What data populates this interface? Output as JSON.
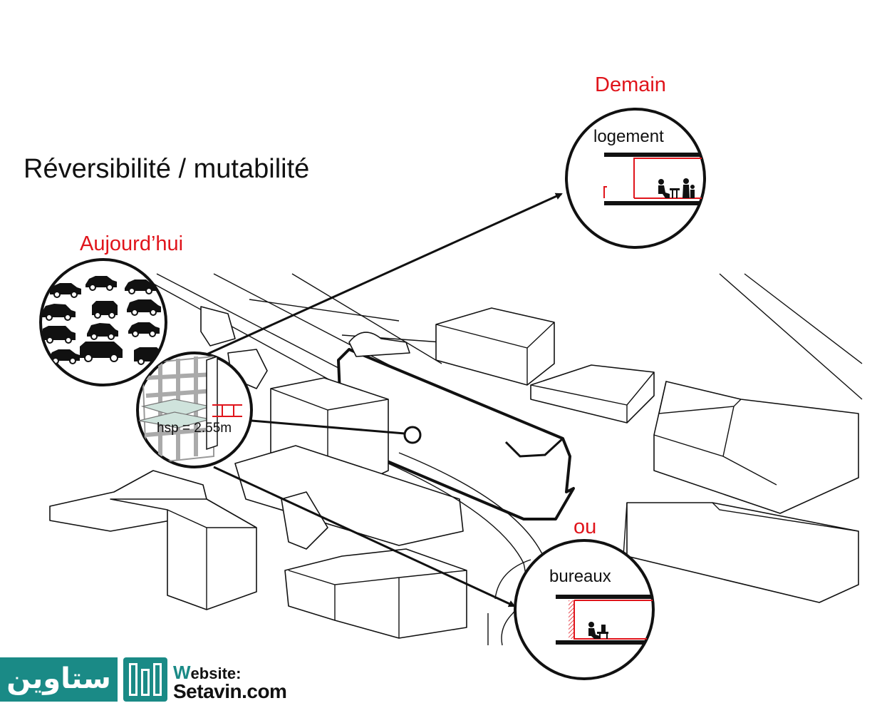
{
  "title": "Réversibilité / mutabilité",
  "labels": {
    "today": "Aujourd’hui",
    "tomorrow": "Demain",
    "or": "ou"
  },
  "insets": {
    "housing": "logement",
    "offices": "bureaux",
    "height": "hsp = 2.55m"
  },
  "watermark": {
    "arabic_name": "ستاوین",
    "website_label": "ebsite:",
    "website_label_initial": "W",
    "website": "Setavin.com"
  },
  "colors": {
    "accent": "#e0141b",
    "line": "#111111",
    "brand": "#1a8a86"
  },
  "icons": [
    "car-icon",
    "person-icon",
    "arrow-icon",
    "logo-icon"
  ]
}
